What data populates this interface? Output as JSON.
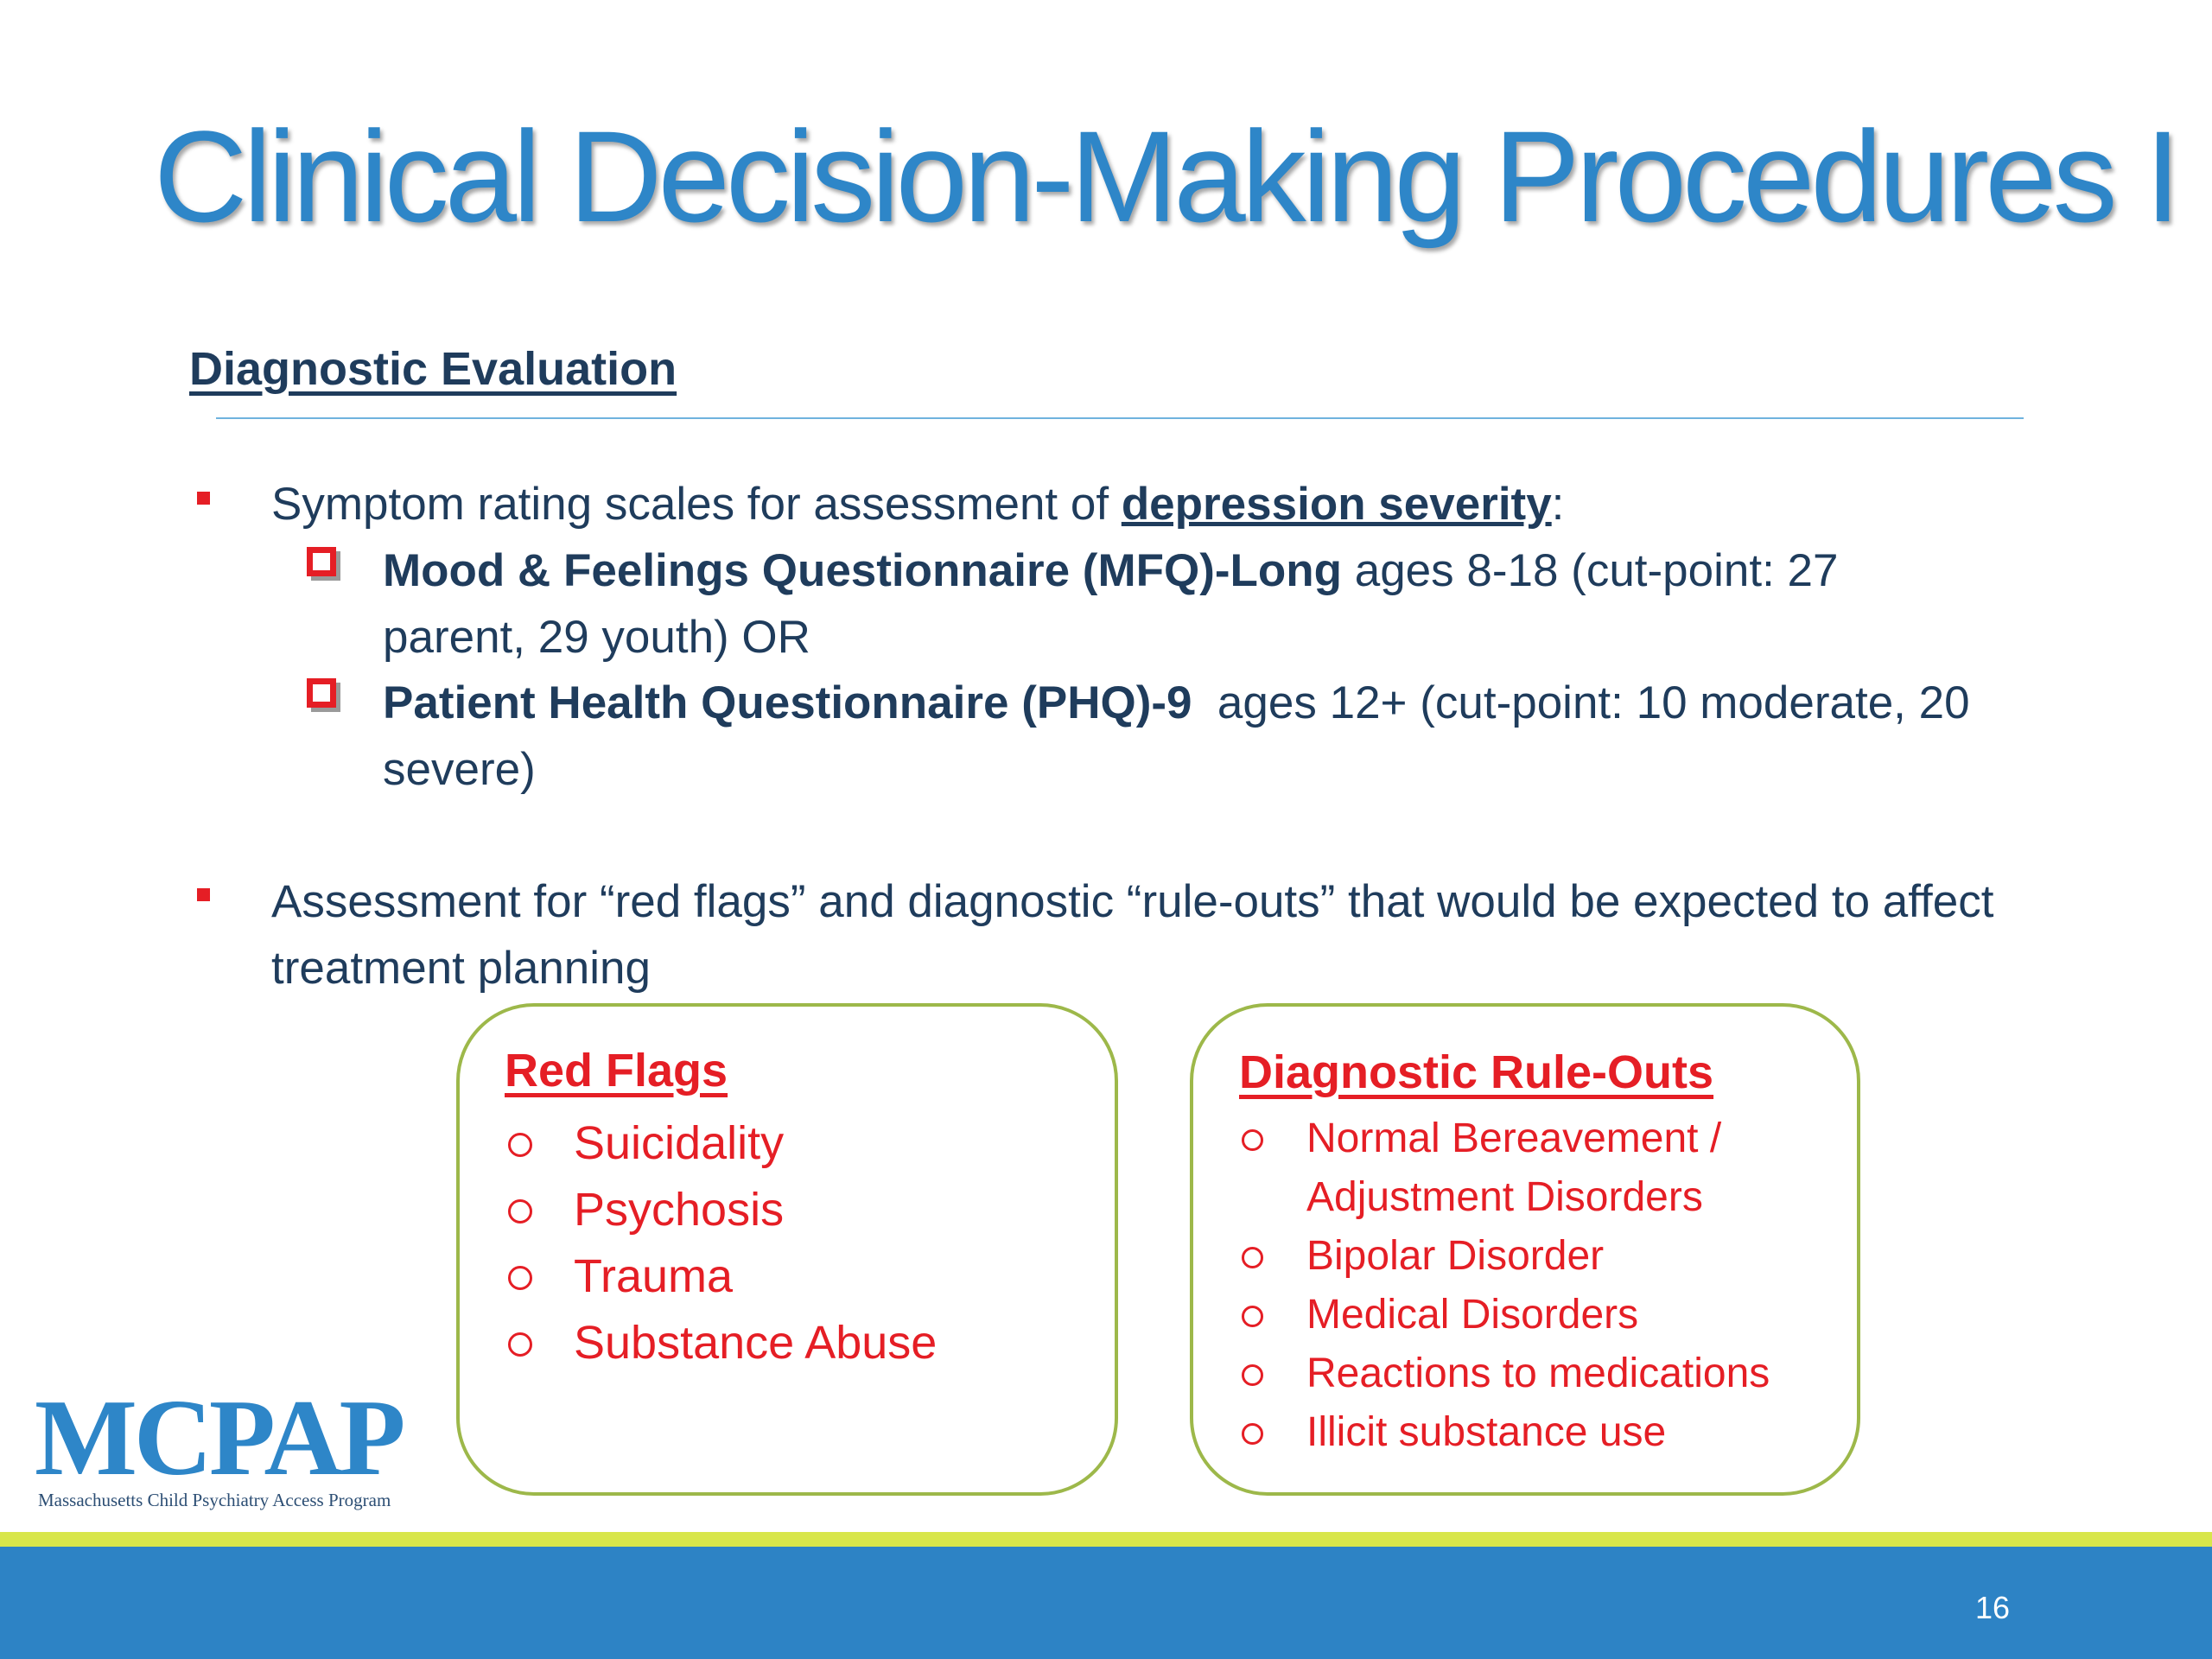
{
  "slide": {
    "title": "Clinical Decision-Making Procedures I",
    "section_heading": "Diagnostic Evaluation",
    "page_number": "16"
  },
  "bullets": [
    {
      "pre": "Symptom rating scales for assessment of ",
      "emphasis": "depression severity",
      "post": ":",
      "items": [
        {
          "strong": "Mood & Feelings Questionnaire (MFQ)-Long",
          "text": " ages 8-18 (cut-point: 27 parent, 29 youth) OR"
        },
        {
          "strong": "Patient Health Questionnaire (PHQ)-9",
          "text": "  ages 12+ (cut-point: 10 moderate, 20 severe)"
        }
      ]
    },
    {
      "text": "Assessment for “red flags” and diagnostic “rule-outs” that would be expected to affect treatment planning"
    }
  ],
  "red_flags": {
    "heading": "Red Flags",
    "items": [
      "Suicidality",
      "Psychosis",
      "Trauma",
      "Substance Abuse"
    ]
  },
  "rule_outs": {
    "heading": "Diagnostic Rule-Outs",
    "items": [
      "Normal Bereavement / Adjustment Disorders",
      "Bipolar Disorder",
      "Medical Disorders",
      "Reactions to medications",
      "Illicit substance use"
    ]
  },
  "logo": {
    "text": "MCPAP",
    "subtitle": "Massachusetts Child Psychiatry Access Program"
  },
  "colors": {
    "title": "#2E86C8",
    "body_text": "#1F3C5C",
    "accent_red": "#E51E25",
    "box_border": "#9DB84A",
    "footer_blue": "#2D83C5",
    "footer_stripe": "#D8E64A"
  }
}
